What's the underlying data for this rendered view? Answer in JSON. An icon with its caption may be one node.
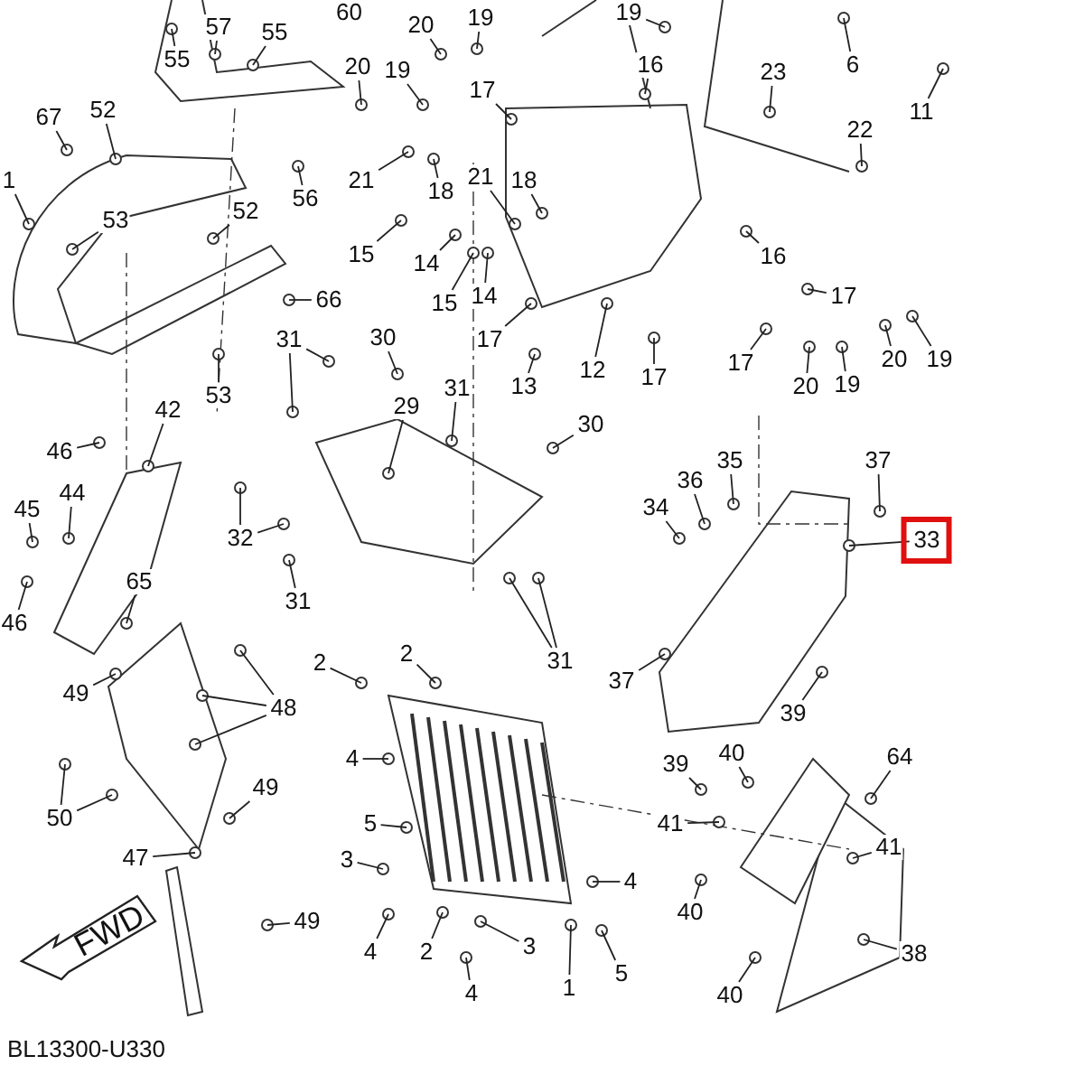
{
  "diagram": {
    "nodes": [
      {
        "text": [
          "57"
        ]
      },
      {
        "text": [
          "55"
        ]
      },
      {
        "text": [
          "55"
        ]
      },
      {
        "text": [
          "20"
        ]
      },
      {
        "text": [
          "19"
        ]
      },
      {
        "text": [
          "19"
        ]
      },
      {
        "text": [
          "6"
        ]
      },
      {
        "text": [
          "11"
        ]
      },
      {
        "text": [
          "20"
        ]
      },
      {
        "text": [
          "19"
        ]
      },
      {
        "text": [
          "17"
        ]
      },
      {
        "text": [
          "16"
        ]
      },
      {
        "text": [
          "23"
        ]
      },
      {
        "text": [
          "22"
        ]
      },
      {
        "text": [
          "67"
        ]
      },
      {
        "text": [
          "52"
        ]
      },
      {
        "text": [
          "1"
        ]
      },
      {
        "text": [
          "53"
        ]
      },
      {
        "text": [
          "56"
        ]
      },
      {
        "text": [
          "21"
        ]
      },
      {
        "text": [
          "18"
        ]
      },
      {
        "text": [
          "21"
        ]
      },
      {
        "text": [
          "18"
        ]
      },
      {
        "text": [
          "52"
        ]
      },
      {
        "text": [
          "15"
        ]
      },
      {
        "text": [
          "14"
        ]
      },
      {
        "text": [
          "15"
        ]
      },
      {
        "text": [
          "14"
        ]
      },
      {
        "text": [
          "16"
        ]
      },
      {
        "text": [
          "17"
        ]
      },
      {
        "text": [
          "66"
        ]
      },
      {
        "text": [
          "17"
        ]
      },
      {
        "text": [
          "20"
        ]
      },
      {
        "text": [
          "19"
        ]
      },
      {
        "text": [
          "12"
        ]
      },
      {
        "text": [
          "17"
        ]
      },
      {
        "text": [
          "17"
        ]
      },
      {
        "text": [
          "13"
        ]
      },
      {
        "text": [
          "20"
        ]
      },
      {
        "text": [
          "19"
        ]
      },
      {
        "text": [
          "53"
        ]
      },
      {
        "text": [
          "31"
        ]
      },
      {
        "text": [
          "30"
        ]
      },
      {
        "text": [
          "29"
        ]
      },
      {
        "text": [
          "31"
        ]
      },
      {
        "text": [
          "30"
        ]
      },
      {
        "text": [
          "42"
        ]
      },
      {
        "text": [
          "46"
        ]
      },
      {
        "text": [
          "37"
        ]
      },
      {
        "text": [
          "35"
        ]
      },
      {
        "text": [
          "36"
        ]
      },
      {
        "text": [
          "44"
        ]
      },
      {
        "text": [
          "45"
        ]
      },
      {
        "text": [
          "34"
        ]
      },
      {
        "text": [
          "32"
        ]
      },
      {
        "text": [
          "33"
        ]
      },
      {
        "text": [
          "65"
        ]
      },
      {
        "text": [
          "31"
        ]
      },
      {
        "text": [
          "46"
        ]
      },
      {
        "text": [
          "2"
        ]
      },
      {
        "text": [
          "2"
        ]
      },
      {
        "text": [
          "31"
        ]
      },
      {
        "text": [
          "37"
        ]
      },
      {
        "text": [
          "49"
        ]
      },
      {
        "text": [
          "48"
        ]
      },
      {
        "text": [
          "39"
        ]
      },
      {
        "text": [
          "4"
        ]
      },
      {
        "text": [
          "39"
        ]
      },
      {
        "text": [
          "40"
        ]
      },
      {
        "text": [
          "64"
        ]
      },
      {
        "text": [
          "49"
        ]
      },
      {
        "text": [
          "50"
        ]
      },
      {
        "text": [
          "5"
        ]
      },
      {
        "text": [
          "41"
        ]
      },
      {
        "text": [
          "41"
        ]
      },
      {
        "text": [
          "3"
        ]
      },
      {
        "text": [
          "47"
        ]
      },
      {
        "text": [
          "4"
        ]
      },
      {
        "text": [
          "40"
        ]
      },
      {
        "text": [
          "49"
        ]
      },
      {
        "text": [
          "4"
        ]
      },
      {
        "text": [
          "2"
        ]
      },
      {
        "text": [
          "3"
        ]
      },
      {
        "text": [
          "38"
        ]
      },
      {
        "text": [
          "1"
        ]
      },
      {
        "text": [
          "5"
        ]
      },
      {
        "text": [
          "4"
        ]
      },
      {
        "text": [
          "40"
        ]
      },
      {
        "text": [
          "FWD"
        ]
      }
    ],
    "edges": [
      {
        "from": 0,
        "to": null,
        "arrow": "none"
      },
      {
        "from": 1,
        "to": null,
        "arrow": "none"
      },
      {
        "from": 2,
        "to": null,
        "arrow": "none"
      },
      {
        "from": 3,
        "to": null,
        "arrow": "none"
      },
      {
        "from": 4,
        "to": null,
        "arrow": "none"
      },
      {
        "from": 5,
        "to": null,
        "arrow": "none"
      },
      {
        "from": 6,
        "to": null,
        "arrow": "none"
      },
      {
        "from": 7,
        "to": null,
        "arrow": "none"
      },
      {
        "from": 8,
        "to": null,
        "arrow": "none"
      },
      {
        "from": 9,
        "to": null,
        "arrow": "none"
      },
      {
        "from": 10,
        "to": null,
        "arrow": "none"
      },
      {
        "from": 11,
        "to": null,
        "arrow": "none"
      },
      {
        "from": 12,
        "to": null,
        "arrow": "none"
      },
      {
        "from": 13,
        "to": null,
        "arrow": "none"
      },
      {
        "from": 14,
        "to": null,
        "arrow": "none"
      },
      {
        "from": 15,
        "to": null,
        "arrow": "none"
      },
      {
        "from": 16,
        "to": null,
        "arrow": "none"
      },
      {
        "from": 17,
        "to": null,
        "arrow": "none"
      },
      {
        "from": 18,
        "to": null,
        "arrow": "none"
      },
      {
        "from": 19,
        "to": null,
        "arrow": "none"
      },
      {
        "from": 20,
        "to": null,
        "arrow": "none"
      },
      {
        "from": 21,
        "to": null,
        "arrow": "none"
      },
      {
        "from": 22,
        "to": null,
        "arrow": "none"
      },
      {
        "from": 23,
        "to": null,
        "arrow": "none"
      },
      {
        "from": 24,
        "to": null,
        "arrow": "none"
      },
      {
        "from": 25,
        "to": null,
        "arrow": "none"
      },
      {
        "from": 26,
        "to": null,
        "arrow": "none"
      },
      {
        "from": 27,
        "to": null,
        "arrow": "none"
      },
      {
        "from": 28,
        "to": null,
        "arrow": "none"
      },
      {
        "from": 29,
        "to": null,
        "arrow": "none"
      },
      {
        "from": 30,
        "to": null,
        "arrow": "none"
      },
      {
        "from": 31,
        "to": null,
        "arrow": "none"
      },
      {
        "from": 32,
        "to": null,
        "arrow": "none"
      },
      {
        "from": 33,
        "to": null,
        "arrow": "none"
      },
      {
        "from": 34,
        "to": null,
        "arrow": "none"
      },
      {
        "from": 35,
        "to": null,
        "arrow": "none"
      },
      {
        "from": 36,
        "to": null,
        "arrow": "none"
      },
      {
        "from": 37,
        "to": null,
        "arrow": "none"
      },
      {
        "from": 38,
        "to": null,
        "arrow": "none"
      },
      {
        "from": 39,
        "to": null,
        "arrow": "none"
      },
      {
        "from": 40,
        "to": null,
        "arrow": "none"
      },
      {
        "from": 41,
        "to": null,
        "arrow": "none"
      },
      {
        "from": 41,
        "to": null,
        "arrow": "none"
      },
      {
        "from": 42,
        "to": null,
        "arrow": "none"
      },
      {
        "from": 43,
        "to": null,
        "arrow": "none"
      },
      {
        "from": 44,
        "to": null,
        "arrow": "none"
      },
      {
        "from": 45,
        "to": null,
        "arrow": "none"
      },
      {
        "from": 46,
        "to": null,
        "arrow": "none"
      },
      {
        "from": 47,
        "to": null,
        "arrow": "none"
      },
      {
        "from": 48,
        "to": null,
        "arrow": "none"
      },
      {
        "from": 49,
        "to": null,
        "arrow": "none"
      },
      {
        "from": 50,
        "to": null,
        "arrow": "none"
      },
      {
        "from": 51,
        "to": null,
        "arrow": "none"
      },
      {
        "from": 52,
        "to": null,
        "arrow": "none"
      },
      {
        "from": 53,
        "to": null,
        "arrow": "none"
      },
      {
        "from": 54,
        "to": null,
        "arrow": "none"
      },
      {
        "from": 54,
        "to": null,
        "arrow": "none"
      },
      {
        "from": 55,
        "to": null,
        "arrow": "none"
      },
      {
        "from": 56,
        "to": null,
        "arrow": "none"
      },
      {
        "from": 57,
        "to": null,
        "arrow": "none"
      },
      {
        "from": 58,
        "to": null,
        "arrow": "none"
      },
      {
        "from": 59,
        "to": null,
        "arrow": "none"
      },
      {
        "from": 60,
        "to": null,
        "arrow": "none"
      },
      {
        "from": 61,
        "to": null,
        "arrow": "none"
      },
      {
        "from": 61,
        "to": null,
        "arrow": "none"
      },
      {
        "from": 62,
        "to": null,
        "arrow": "none"
      },
      {
        "from": 63,
        "to": null,
        "arrow": "none"
      },
      {
        "from": 64,
        "to": null,
        "arrow": "none"
      },
      {
        "from": 64,
        "to": null,
        "arrow": "none"
      },
      {
        "from": 64,
        "to": null,
        "arrow": "none"
      },
      {
        "from": 65,
        "to": null,
        "arrow": "none"
      },
      {
        "from": 66,
        "to": null,
        "arrow": "none"
      },
      {
        "from": 67,
        "to": null,
        "arrow": "none"
      },
      {
        "from": 68,
        "to": null,
        "arrow": "none"
      },
      {
        "from": 69,
        "to": null,
        "arrow": "none"
      },
      {
        "from": 70,
        "to": null,
        "arrow": "none"
      },
      {
        "from": 71,
        "to": null,
        "arrow": "none"
      },
      {
        "from": 71,
        "to": null,
        "arrow": "none"
      },
      {
        "from": 72,
        "to": null,
        "arrow": "none"
      },
      {
        "from": 73,
        "to": null,
        "arrow": "none"
      },
      {
        "from": 74,
        "to": null,
        "arrow": "none"
      },
      {
        "from": 75,
        "to": null,
        "arrow": "none"
      },
      {
        "from": 76,
        "to": null,
        "arrow": "none"
      },
      {
        "from": 77,
        "to": null,
        "arrow": "none"
      },
      {
        "from": 78,
        "to": null,
        "arrow": "none"
      },
      {
        "from": 79,
        "to": null,
        "arrow": "none"
      },
      {
        "from": 80,
        "to": null,
        "arrow": "none"
      },
      {
        "from": 81,
        "to": null,
        "arrow": "none"
      },
      {
        "from": 82,
        "to": null,
        "arrow": "none"
      },
      {
        "from": 83,
        "to": null,
        "arrow": "none"
      },
      {
        "from": 84,
        "to": null,
        "arrow": "none"
      },
      {
        "from": 85,
        "to": null,
        "arrow": "none"
      },
      {
        "from": 86,
        "to": null,
        "arrow": "none"
      },
      {
        "from": 87,
        "to": null,
        "arrow": "none"
      }
    ],
    "labels": [
      "60",
      "BL13300-U330"
    ]
  }
}
